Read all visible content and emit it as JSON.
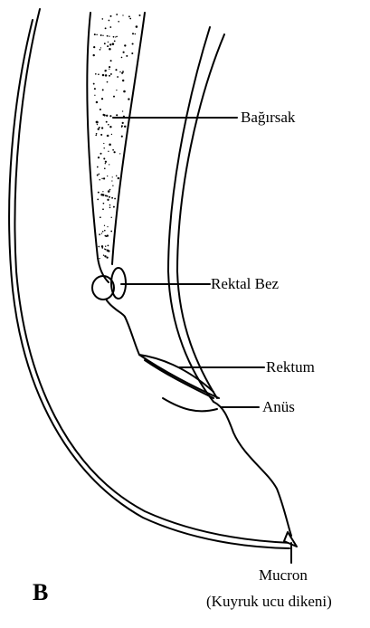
{
  "figure": {
    "panel_letter": "B",
    "colors": {
      "ink": "#000000",
      "paper": "#ffffff"
    }
  },
  "labels": {
    "intestine": "Bağırsak",
    "rectal_gland": "Rektal Bez",
    "rectum": "Rektum",
    "anus": "Anüs",
    "mucron": "Mucron",
    "mucron_note": "(Kuyruk ucu dikeni)"
  }
}
